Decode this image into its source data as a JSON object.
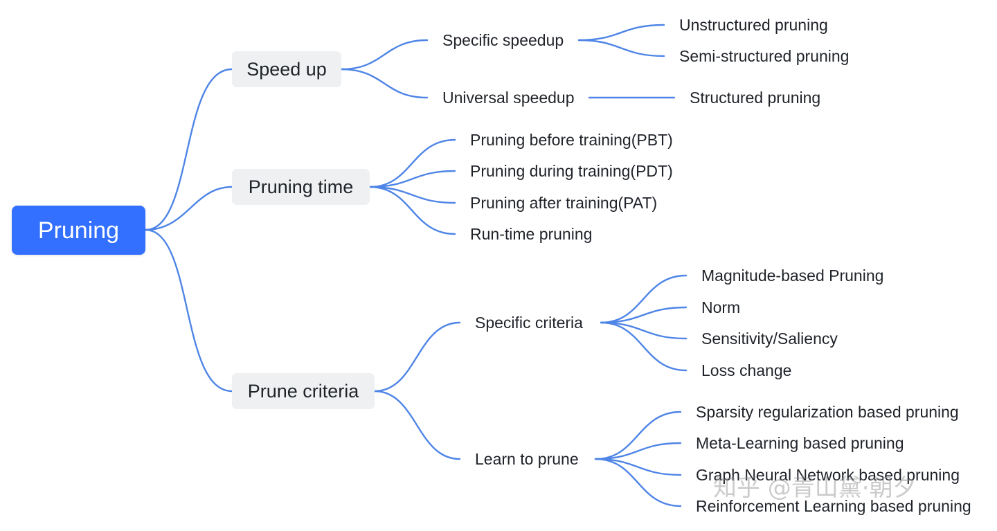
{
  "root": "Pruning",
  "branches": {
    "speed_up": {
      "label": "Speed up",
      "specific_speedup": {
        "label": "Specific speedup",
        "children": [
          "Unstructured pruning",
          "Semi-structured pruning"
        ]
      },
      "universal_speedup": {
        "label": "Universal speedup",
        "children": [
          "Structured pruning"
        ]
      }
    },
    "pruning_time": {
      "label": "Pruning time",
      "children": [
        "Pruning before training(PBT)",
        "Pruning during training(PDT)",
        "Pruning after training(PAT)",
        "Run-time pruning"
      ]
    },
    "prune_criteria": {
      "label": "Prune criteria",
      "specific_criteria": {
        "label": "Specific criteria",
        "children": [
          "Magnitude-based Pruning",
          "Norm",
          "Sensitivity/Saliency",
          "Loss change"
        ]
      },
      "learn_to_prune": {
        "label": "Learn to prune",
        "children": [
          "Sparsity regularization based pruning",
          "Meta-Learning based pruning",
          "Graph Neural Network based pruning",
          "Reinforcement Learning based pruning"
        ]
      }
    }
  },
  "colors": {
    "root_fill": "#3370ff",
    "branch_fill": "#eff0f1",
    "connector": "#4f85e6",
    "text": "#1f2329"
  },
  "watermark": "知乎 @青山黛·朝夕"
}
